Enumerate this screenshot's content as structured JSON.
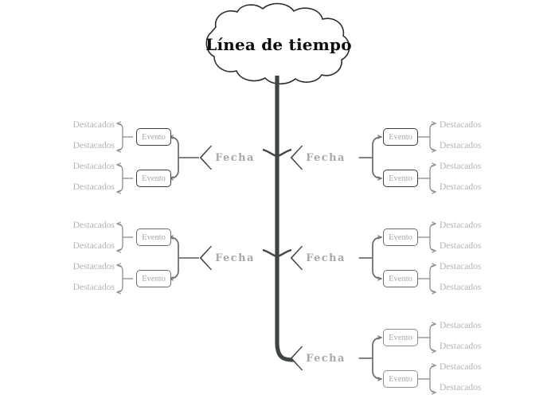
{
  "diagram": {
    "type": "mind-map-timeline",
    "root": {
      "label": "Línea de tiempo",
      "shape": "cloud"
    },
    "node_labels": {
      "date": "Fecha",
      "event": "Evento",
      "highlight": "Destacados"
    },
    "colors": {
      "background": "#ffffff",
      "trunk": "#3f4444",
      "root_text": "#0d0d0d",
      "date_border": "#444949",
      "date_text": "#a9a9a9",
      "event_border_dark": "#3e3e3e",
      "event_border_mid": "#6f6f6f",
      "event_border_light": "#8d8d8d",
      "event_text": "#a8a8a8",
      "highlight_text": "#b4b4b4",
      "connector": "#8d8d8d"
    },
    "branches": [
      {
        "side": "left",
        "row": 1,
        "date": "Fecha",
        "events": [
          {
            "label": "Evento",
            "highlights": [
              "Destacados",
              "Destacados"
            ]
          },
          {
            "label": "Evento",
            "highlights": [
              "Destacados",
              "Destacados"
            ]
          }
        ]
      },
      {
        "side": "right",
        "row": 1,
        "date": "Fecha",
        "events": [
          {
            "label": "Evento",
            "highlights": [
              "Destacados",
              "Destacados"
            ]
          },
          {
            "label": "Evento",
            "highlights": [
              "Destacados",
              "Destacados"
            ]
          }
        ]
      },
      {
        "side": "left",
        "row": 2,
        "date": "Fecha",
        "events": [
          {
            "label": "Evento",
            "highlights": [
              "Destacados",
              "Destacados"
            ]
          },
          {
            "label": "Evento",
            "highlights": [
              "Destacados",
              "Destacados"
            ]
          }
        ]
      },
      {
        "side": "right",
        "row": 2,
        "date": "Fecha",
        "events": [
          {
            "label": "Evento",
            "highlights": [
              "Destacados",
              "Destacados"
            ]
          },
          {
            "label": "Evento",
            "highlights": [
              "Destacados",
              "Destacados"
            ]
          }
        ]
      },
      {
        "side": "right",
        "row": 3,
        "date": "Fecha",
        "events": [
          {
            "label": "Evento",
            "highlights": [
              "Destacados",
              "Destacados"
            ]
          },
          {
            "label": "Evento",
            "highlights": [
              "Destacados",
              "Destacados"
            ]
          }
        ]
      }
    ]
  }
}
